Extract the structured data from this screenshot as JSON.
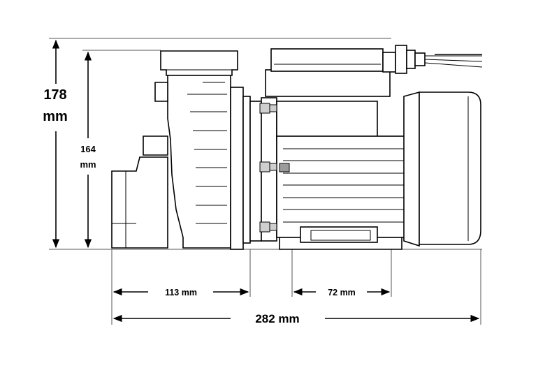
{
  "dimensions": {
    "total_height_value": "178",
    "total_height_unit": "mm",
    "inner_height_value": "164",
    "inner_height_unit": "mm",
    "inlet_to_flange": "113 mm",
    "foot_width": "72 mm",
    "total_length": "282 mm"
  }
}
